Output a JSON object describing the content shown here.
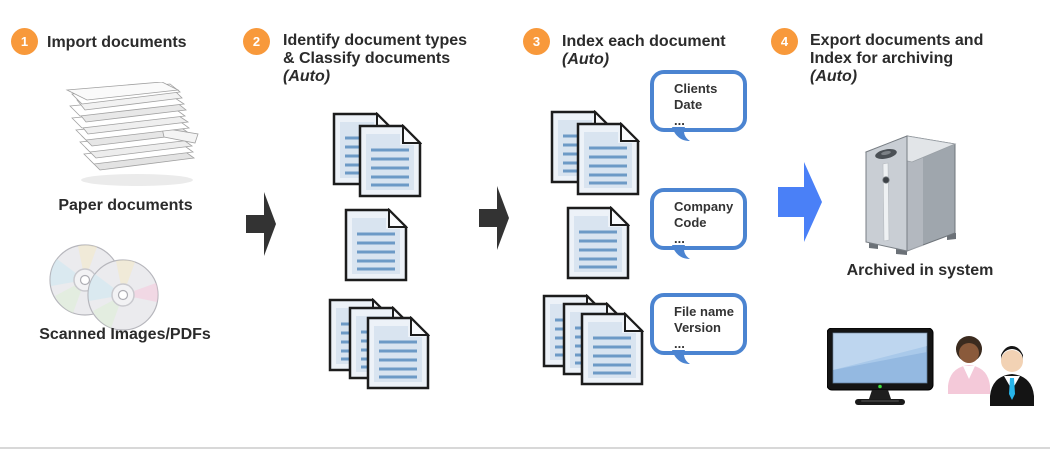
{
  "colors": {
    "accent-orange": "#F8993B",
    "arrow-dark": "#333333",
    "arrow-blue": "#4A80F7",
    "bubble-border": "#4B84D1",
    "doc-border": "#1C1C1C",
    "doc-fill": "#EDF2F8",
    "doc-panel": "#D9E4F0",
    "doc-line": "#6D9AC6",
    "text-dark": "#2B2B2B"
  },
  "steps": [
    {
      "number": "1",
      "line1": "Import documents",
      "line2": "",
      "auto": ""
    },
    {
      "number": "2",
      "line1": "Identify document types",
      "line2": "& Classify documents",
      "auto": "(Auto)"
    },
    {
      "number": "3",
      "line1": "Index each document",
      "line2": "",
      "auto": "(Auto)"
    },
    {
      "number": "4",
      "line1": "Export documents and",
      "line2": "Index for archiving",
      "auto": "(Auto)"
    }
  ],
  "column1": {
    "paper_label": "Paper documents",
    "scanned_label": "Scanned Images/PDFs"
  },
  "column3": {
    "bubbles": [
      {
        "line1": "Clients",
        "line2": "Date",
        "line3": "..."
      },
      {
        "line1": "Company",
        "line2": "Code",
        "line3": "..."
      },
      {
        "line1": "File name",
        "line2": "Version",
        "line3": "..."
      }
    ]
  },
  "column4": {
    "archived_label": "Archived in system"
  }
}
